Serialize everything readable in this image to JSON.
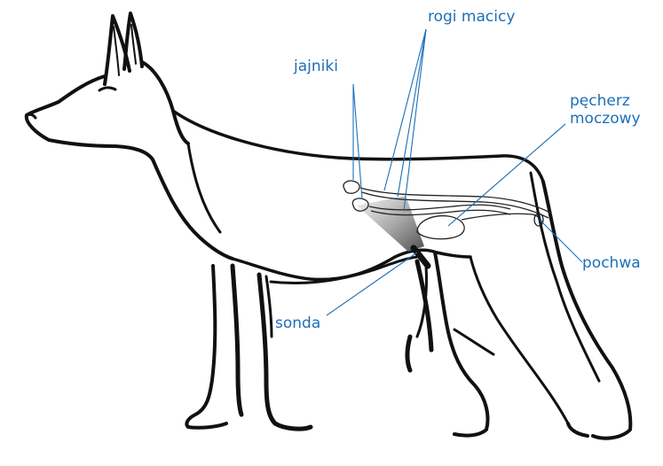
{
  "labels": {
    "ovaries": "jajniki",
    "uterine_horns": "rogi macicy",
    "bladder_line1": "pęcherz",
    "bladder_line2": "moczowy",
    "vagina": "pochwa",
    "probe": "sonda"
  },
  "colors": {
    "label": "#1d6fb8",
    "outline": "#111111",
    "background": "#ffffff"
  }
}
